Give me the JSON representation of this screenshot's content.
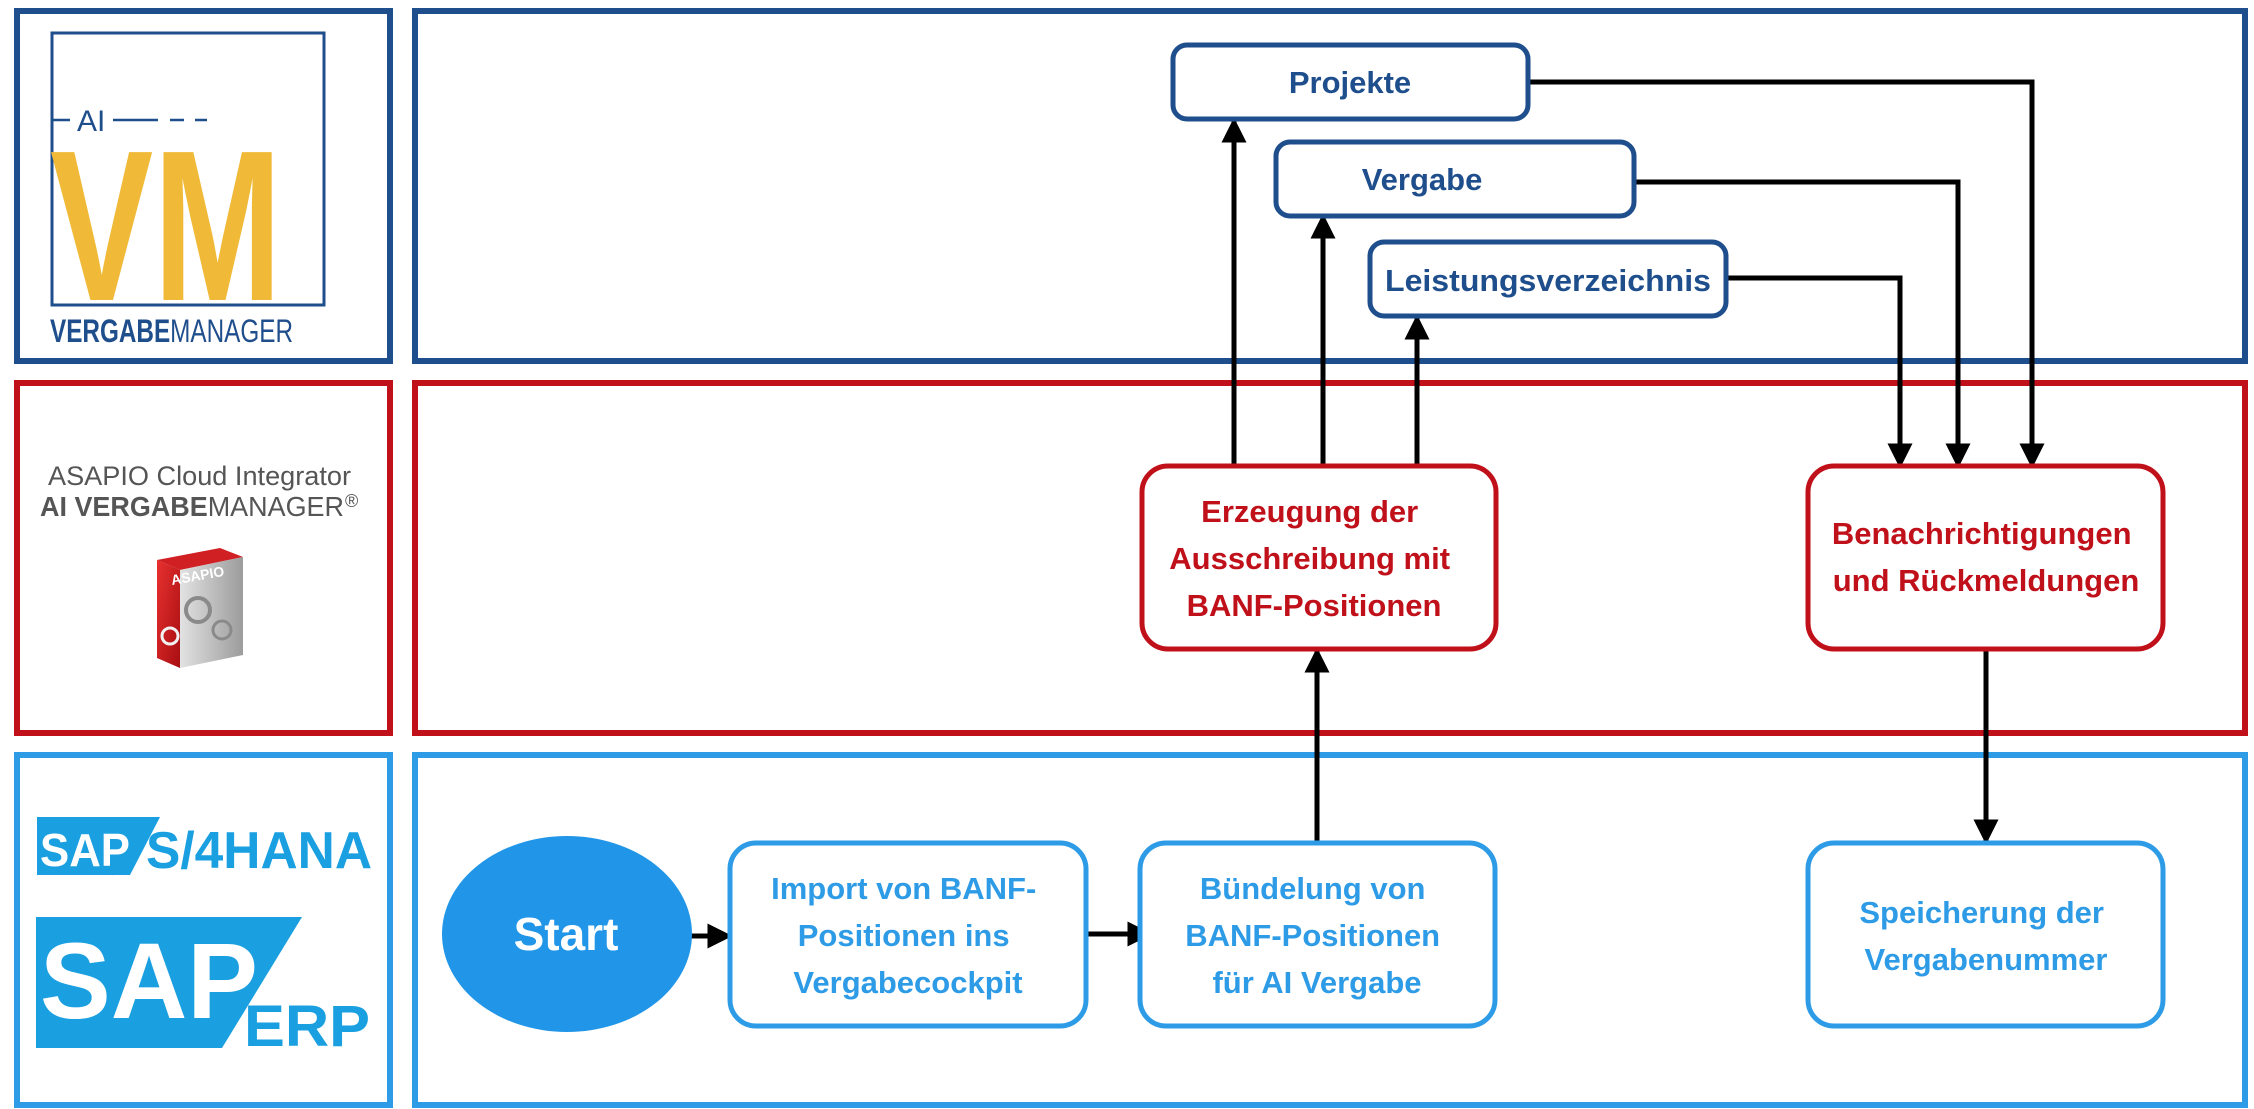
{
  "colors": {
    "ai_lane": "#1F4E8C",
    "cloud_lane": "#C0101A",
    "sap_lane": "#2E9BE6",
    "start_fill": "#2196E8",
    "logo_yellow": "#F0BA38",
    "sap_blue": "#1A9FE0"
  },
  "logos": {
    "ai_vm": {
      "ai": "AI",
      "vm": "VM",
      "bottom_bold": "VERGABE",
      "bottom_light": "MANAGER"
    },
    "asapio": {
      "line1": "ASAPIO Cloud Integrator",
      "line2_bold": "AI VERGABE",
      "line2_light": "MANAGER",
      "registered": "®",
      "box_label": "ASAPIO"
    },
    "sap_s4": {
      "sap": "SAP",
      "product": "S/4HANA",
      "registered": "®"
    },
    "sap_erp": {
      "sap": "SAP",
      "product": "ERP"
    }
  },
  "nodes": {
    "projekte": "Projekte",
    "vergabe": "Vergabe",
    "leistung": "Leistungsverzeichnis",
    "erzeugung": [
      "Erzeugung der",
      "Ausschreibung mit",
      "BANF-Positionen"
    ],
    "benachrichtigung": [
      "Benachrichtigungen",
      "und Rückmeldungen"
    ],
    "start": "Start",
    "import": [
      "Import von BANF-",
      "Positionen ins",
      "Vergabecockpit"
    ],
    "buendelung": [
      "Bündelung von",
      "BANF-Positionen",
      "für AI Vergabe"
    ],
    "speicherung": [
      "Speicherung der",
      "Vergabenummer"
    ]
  }
}
